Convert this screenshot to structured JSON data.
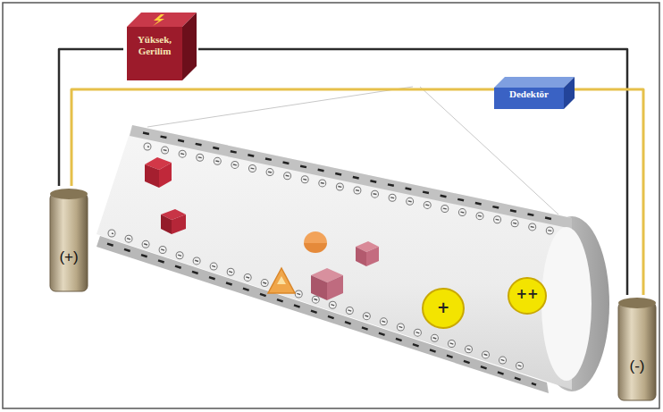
{
  "diagram": {
    "nodes": [
      {
        "text": [
          "Yüksek, Gerilim"
        ]
      },
      {
        "text": [
          "Dedektör"
        ]
      },
      {
        "text": [
          "(+)"
        ]
      },
      {
        "text": [
          "(-)"
        ]
      },
      {
        "text": [
          "+"
        ]
      },
      {
        "text": [
          "++"
        ]
      }
    ],
    "edges": [
      {
        "from": 2,
        "to": 0,
        "arrow": "none"
      },
      {
        "from": 0,
        "to": 3,
        "arrow": "none"
      },
      {
        "from": 2,
        "to": 1,
        "arrow": "none"
      },
      {
        "from": 1,
        "to": 3,
        "arrow": "none"
      }
    ]
  }
}
